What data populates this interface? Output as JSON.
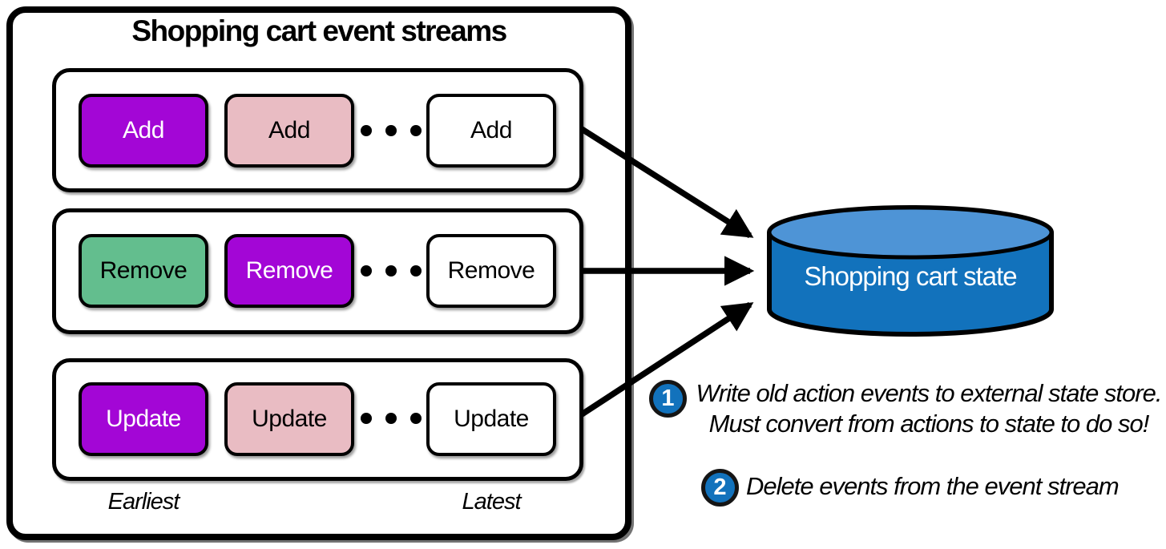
{
  "title": "Shopping cart event streams",
  "streams": [
    {
      "name": "add-stream",
      "events": [
        {
          "label": "Add",
          "fill": "#a306d6",
          "text_color": "#ffffff"
        },
        {
          "label": "Add",
          "fill": "#e9bcc3",
          "text_color": "#000000"
        },
        {
          "label": "Add",
          "fill": "#ffffff",
          "text_color": "#000000"
        }
      ]
    },
    {
      "name": "remove-stream",
      "events": [
        {
          "label": "Remove",
          "fill": "#63be8e",
          "text_color": "#000000"
        },
        {
          "label": "Remove",
          "fill": "#a306d6",
          "text_color": "#ffffff"
        },
        {
          "label": "Remove",
          "fill": "#ffffff",
          "text_color": "#000000"
        }
      ]
    },
    {
      "name": "update-stream",
      "events": [
        {
          "label": "Update",
          "fill": "#a306d6",
          "text_color": "#ffffff"
        },
        {
          "label": "Update",
          "fill": "#e9bcc3",
          "text_color": "#000000"
        },
        {
          "label": "Update",
          "fill": "#ffffff",
          "text_color": "#000000"
        }
      ]
    }
  ],
  "axis": {
    "earliest": "Earliest",
    "latest": "Latest"
  },
  "state_store": {
    "label": "Shopping cart state",
    "body_color": "#1272bc",
    "top_color": "#4e94d6"
  },
  "annotations": [
    {
      "number": "1",
      "line1": "Write old action events to external state store.",
      "line2": "Must convert from actions to state to do so!",
      "badge_color": "#1272bc"
    },
    {
      "number": "2",
      "line1": "Delete events from the event stream",
      "badge_color": "#1272bc"
    }
  ]
}
